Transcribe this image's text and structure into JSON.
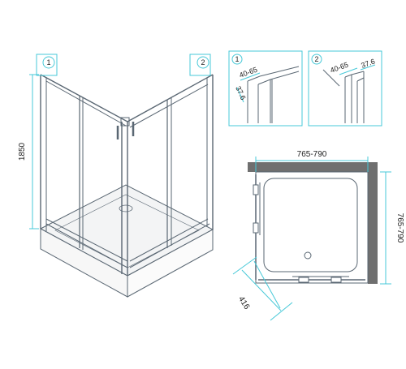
{
  "colors": {
    "line": "#5a6773",
    "dim": "#47c9d8",
    "wall": "#6f6f6f",
    "shower_fill": "#f3f4f5"
  },
  "views": {
    "isometric": {
      "height_label": "1850",
      "marker_left": "1",
      "marker_right": "2"
    },
    "detail_1": {
      "marker": "1",
      "dim_a": "40-65",
      "dim_b": "37.6"
    },
    "detail_2": {
      "marker": "2",
      "dim_a": "40-65",
      "dim_b": "37.6"
    },
    "plan": {
      "width_label": "765-790",
      "depth_label": "765-790",
      "door_label": "416"
    }
  }
}
